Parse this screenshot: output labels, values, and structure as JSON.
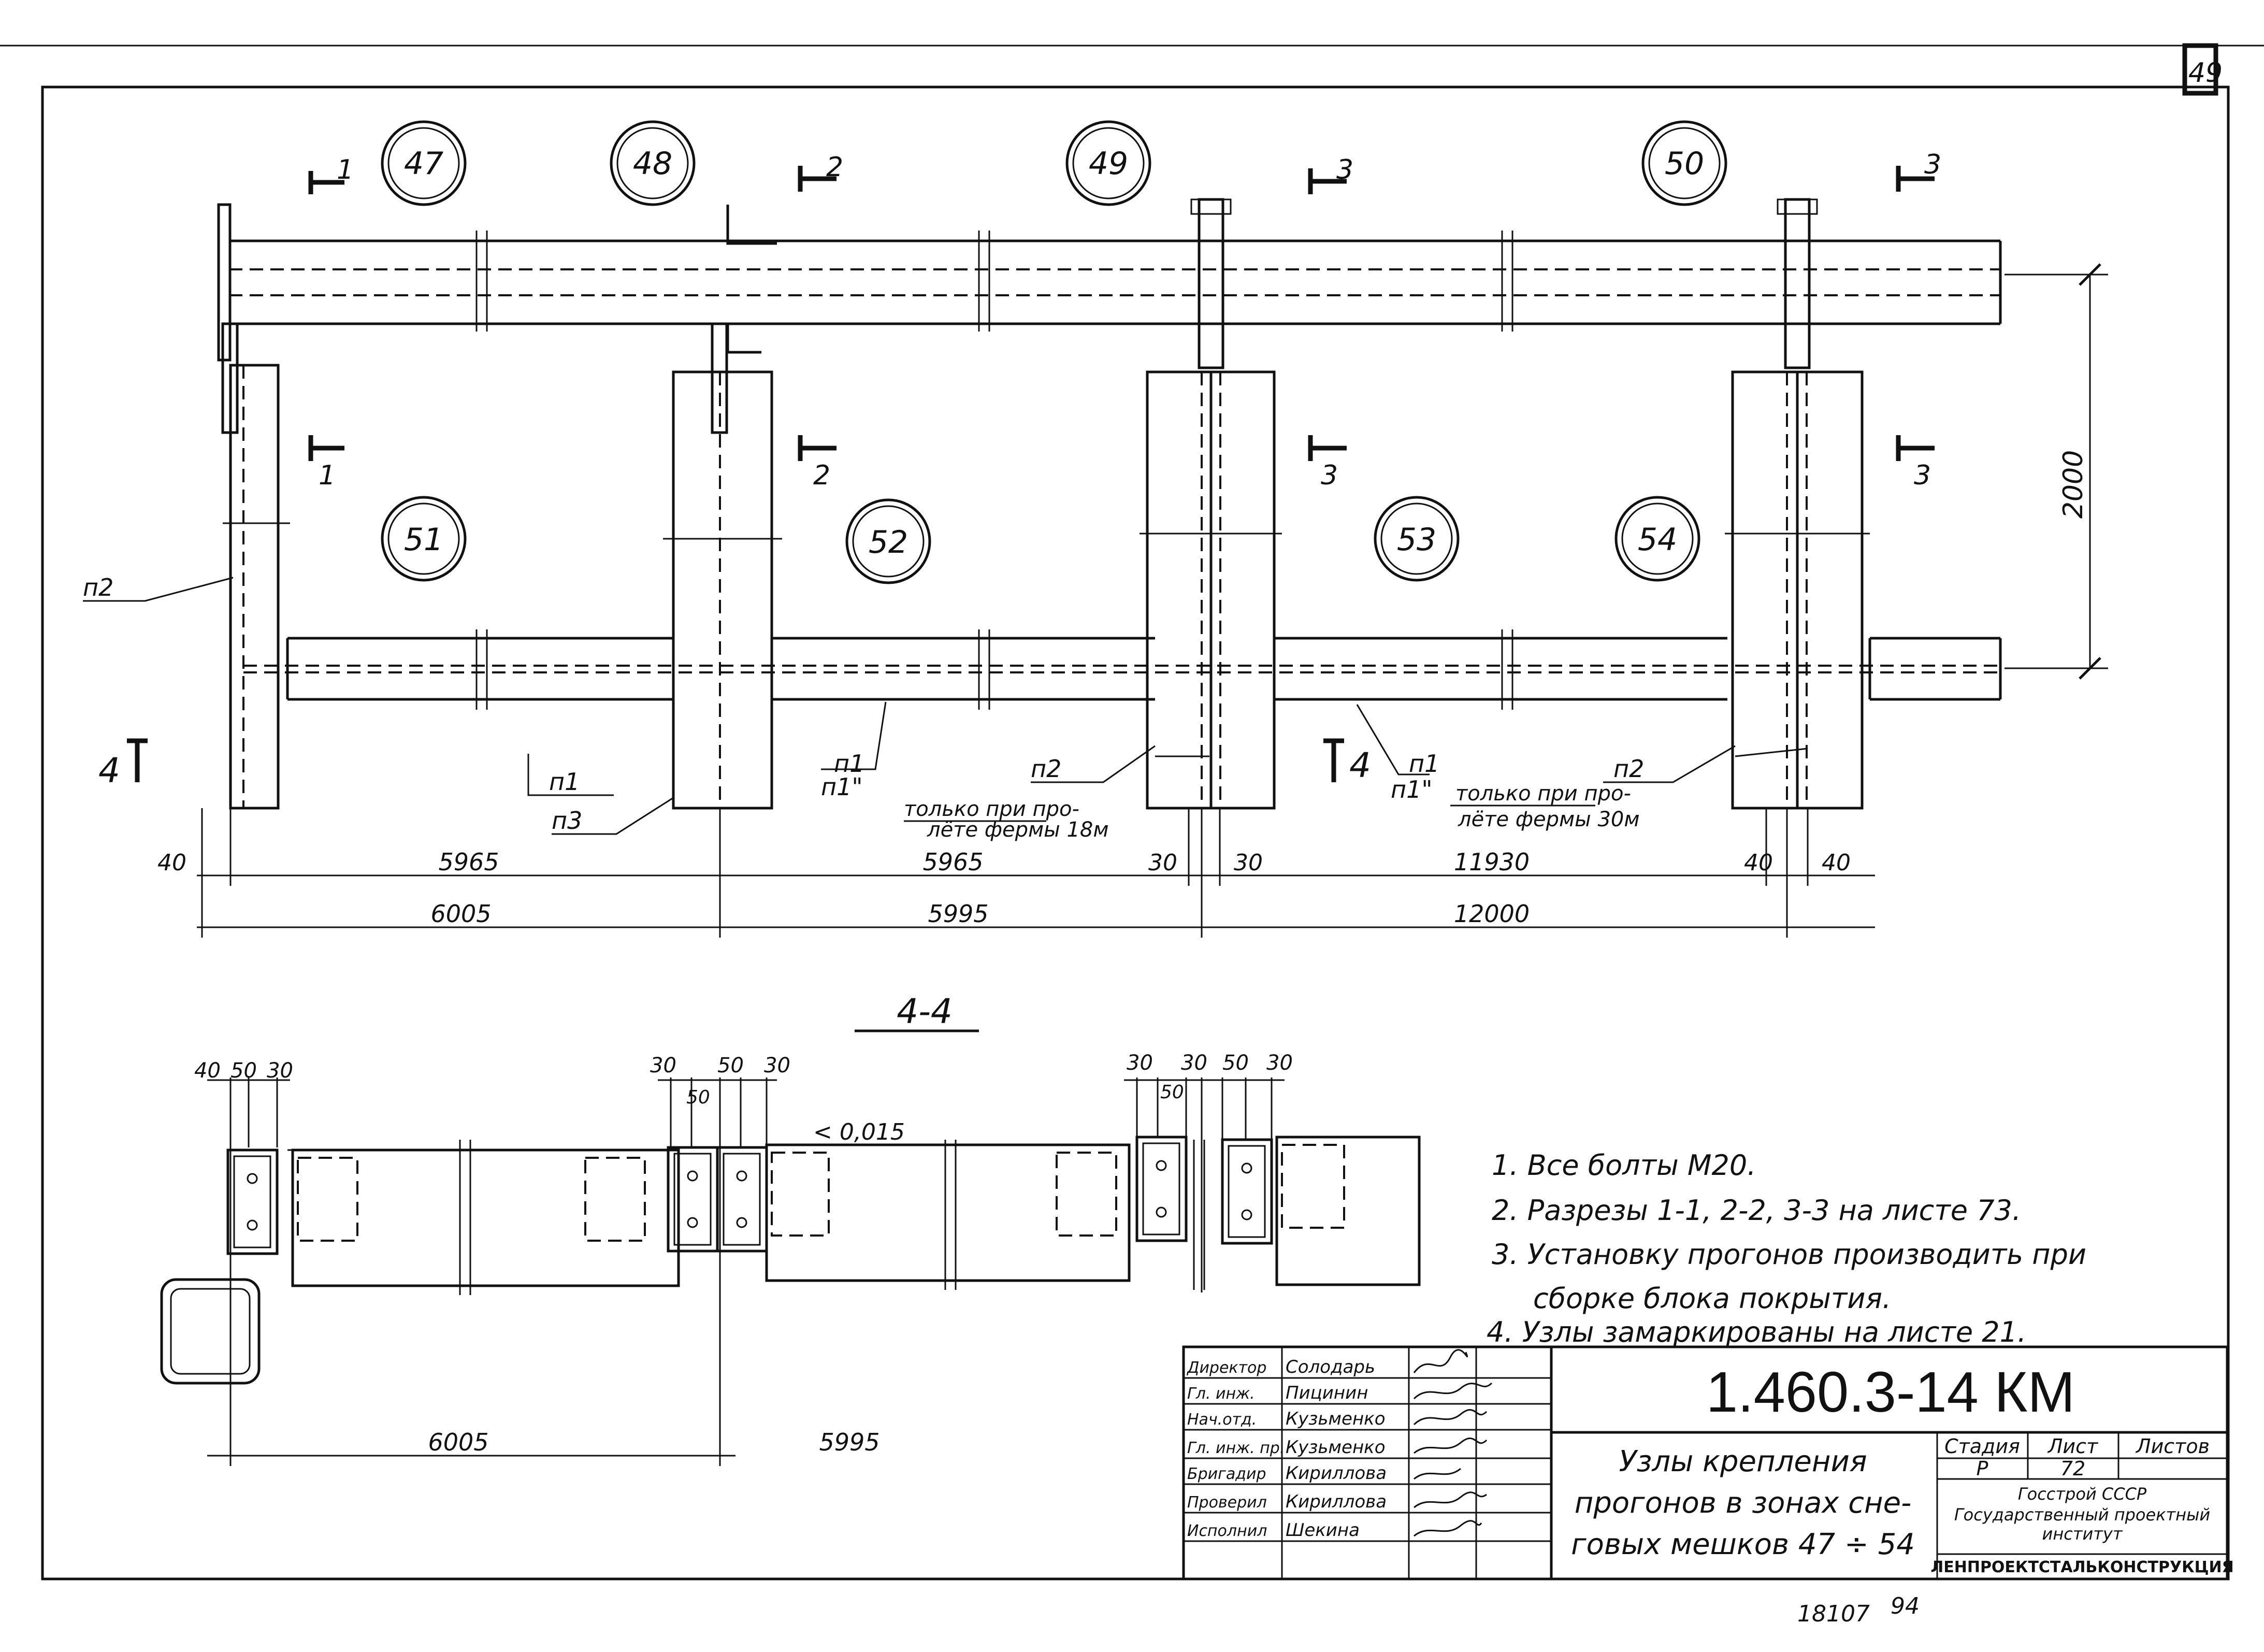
{
  "corner_mark": "49",
  "node_labels": [
    "47",
    "48",
    "49",
    "50",
    "51",
    "52",
    "53",
    "54"
  ],
  "section_marks": {
    "top": [
      "1",
      "2",
      "3",
      "3"
    ],
    "bottom": [
      "1",
      "2",
      "3",
      "3"
    ],
    "view_left": "4",
    "view_right": "4"
  },
  "leaders": {
    "p2_left": "п2",
    "p1_a": "п1",
    "p3": "п3",
    "p1_b": "п1",
    "p1pp_b": "п1\"",
    "p2_mid": "п2",
    "p1_c": "п1",
    "p1pp_c": "п1\"",
    "p2_right": "п2"
  },
  "notes_18": [
    "только при про-",
    "лёте фермы 18м"
  ],
  "notes_30": [
    "только при про-",
    "лёте фермы 30м"
  ],
  "height_dim": "2000",
  "dims_top": [
    "40",
    "5965",
    "5965",
    "30",
    "30",
    "11930",
    "40",
    "40"
  ],
  "dims_bottom": [
    "6005",
    "5995",
    "12000"
  ],
  "section_title": "4-4",
  "section_dims_a": [
    "40",
    "50",
    "30"
  ],
  "section_dims_b": [
    "30",
    "50",
    "30",
    "50"
  ],
  "section_dims_c": [
    "30",
    "30",
    "50",
    "30",
    "50"
  ],
  "slope": "< 0,015",
  "section_bottom_dims": [
    "6005",
    "5995"
  ],
  "notes": [
    "1. Все болты М20.",
    "2. Разрезы 1-1, 2-2, 3-3 на листе 73.",
    "3. Установку прогонов производить при",
    "сборке блока покрытия.",
    "4. Узлы замаркированы на листе 21."
  ],
  "title_block": {
    "code": "1.460.3-14 КМ",
    "roles": [
      "Директор",
      "Гл. инж.",
      "Нач.отд.",
      "Гл. инж. пр.",
      "Бригадир",
      "Проверил",
      "Исполнил"
    ],
    "names": [
      "Солодарь",
      "Пицинин",
      "Кузьменко",
      "Кузьменко",
      "Кириллова",
      "Кириллова",
      "Шекина"
    ],
    "drawing_title": [
      "Узлы крепления",
      "прогонов в зонах сне-",
      "говых мешков 47 ÷ 54"
    ],
    "stage_hdr": "Стадия",
    "sheet_hdr": "Лист",
    "sheets_hdr": "Листов",
    "stage": "Р",
    "sheet": "72",
    "org": [
      "Госстрой СССР",
      "Государственный проектный",
      "институт"
    ],
    "org_name": "ЛЕНПРОЕКТСТАЛЬКОНСТРУКЦИЯ"
  },
  "footer": [
    "18107",
    "94"
  ]
}
